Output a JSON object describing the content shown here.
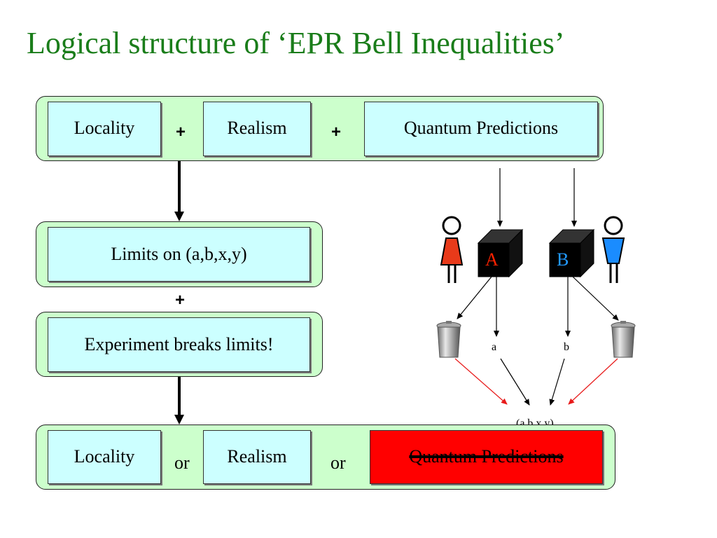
{
  "title": "Logical structure of ‘EPR Bell Inequalities’",
  "row1": {
    "box1": "Locality",
    "op1": "+",
    "box2": "Realism",
    "op2": "+",
    "box3": "Quantum Predictions"
  },
  "row2": {
    "box": "Limits on (a,b,x,y)",
    "op": "+"
  },
  "row3": {
    "box": "Experiment breaks limits!"
  },
  "row4": {
    "box1": "Locality",
    "op1": "or",
    "box2": "Realism",
    "op2": "or",
    "box3": "Quantum Predictions"
  },
  "apparatus": {
    "box_a": "A",
    "box_b": "B",
    "output_a": "a",
    "output_b": "b",
    "partial_label": "(a,b,x,y)",
    "color_a": "#ff2200",
    "color_b": "#2299ff",
    "figure_a_color": "#e83a1a",
    "figure_b_color": "#1a8cff"
  },
  "colors": {
    "title": "#1a7d1a",
    "group_bg": "#ccffcc",
    "box_bg": "#ccffff",
    "crossed_bg": "#ff0000"
  }
}
